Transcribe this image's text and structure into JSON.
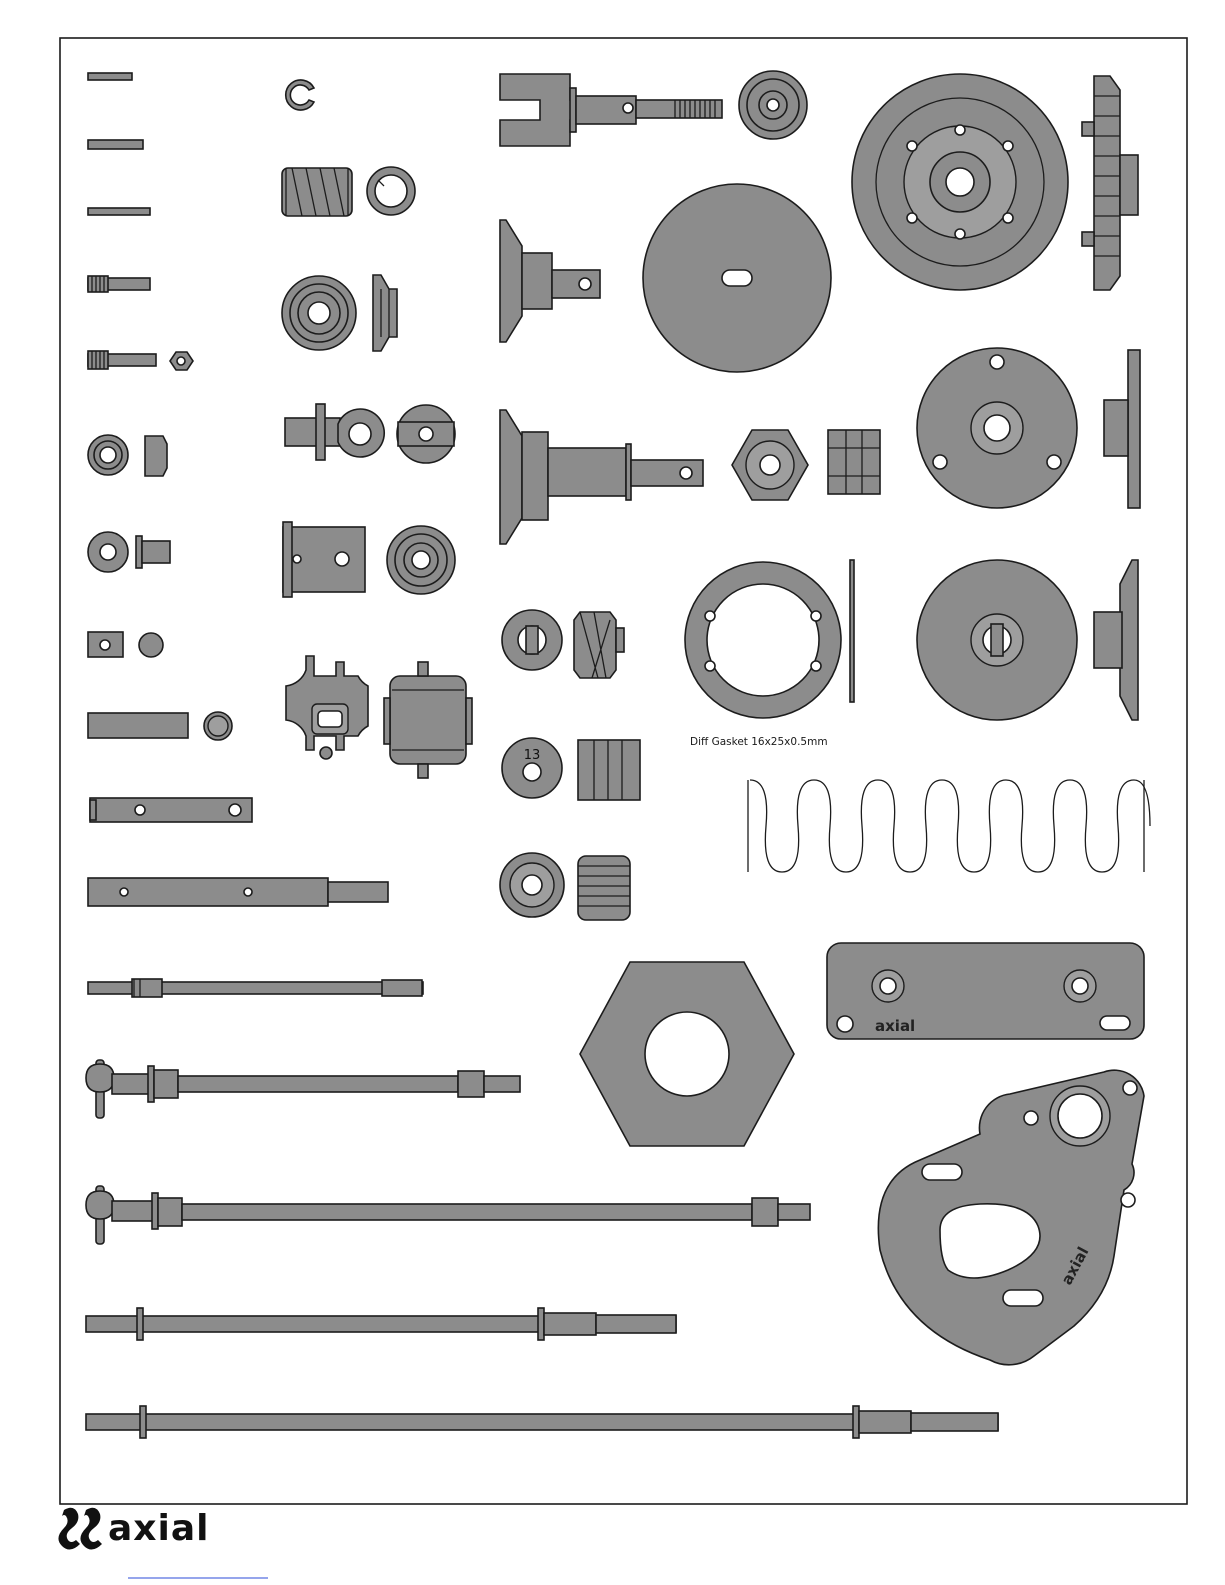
{
  "brand": {
    "name": "axial",
    "logo_icon": "axial-claw-logo-icon"
  },
  "labels": {
    "diff_gasket": "Diff Gasket 16x25x0.5mm"
  },
  "gear_marks": {
    "pinion_tooth_count": "13"
  },
  "engraved_brand": {
    "plate_small": "axial",
    "motor_plate": "axial"
  },
  "colors": {
    "part_fill": "#8c8c8c",
    "outline": "#1c1c1c",
    "page": "#ffffff"
  }
}
